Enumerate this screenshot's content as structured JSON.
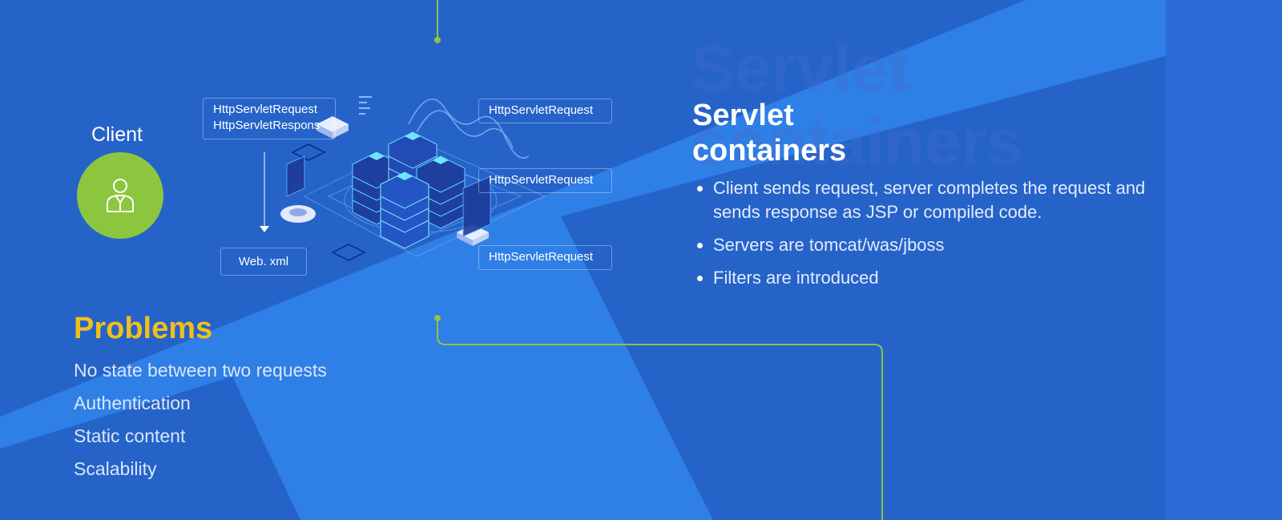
{
  "client": {
    "label": "Client",
    "icon": "person-icon",
    "color": "#8cc63f"
  },
  "diagram": {
    "left_box": [
      "HttpServletRequest",
      "HttpServletRespons"
    ],
    "right_boxes": [
      "HttpServletRequest",
      "HttpServletRequest",
      "HttpServletRequest"
    ],
    "web_xml": "Web. xml"
  },
  "servlet": {
    "watermark": "Servlet\ncontainers",
    "title_line1": "Servlet",
    "title_line2": "containers",
    "bullets": [
      "Client sends request, server completes the request and sends response as JSP or compiled code.",
      "Servers are tomcat/was/jboss",
      "Filters are introduced"
    ]
  },
  "problems": {
    "title": "Problems",
    "color": "#f2bf1a",
    "items": [
      "No state between two requests",
      "Authentication",
      "Static content",
      "Scalability"
    ]
  },
  "colors": {
    "background": "#2563c9",
    "band": "#3386ea",
    "line": "#8cc63f"
  }
}
